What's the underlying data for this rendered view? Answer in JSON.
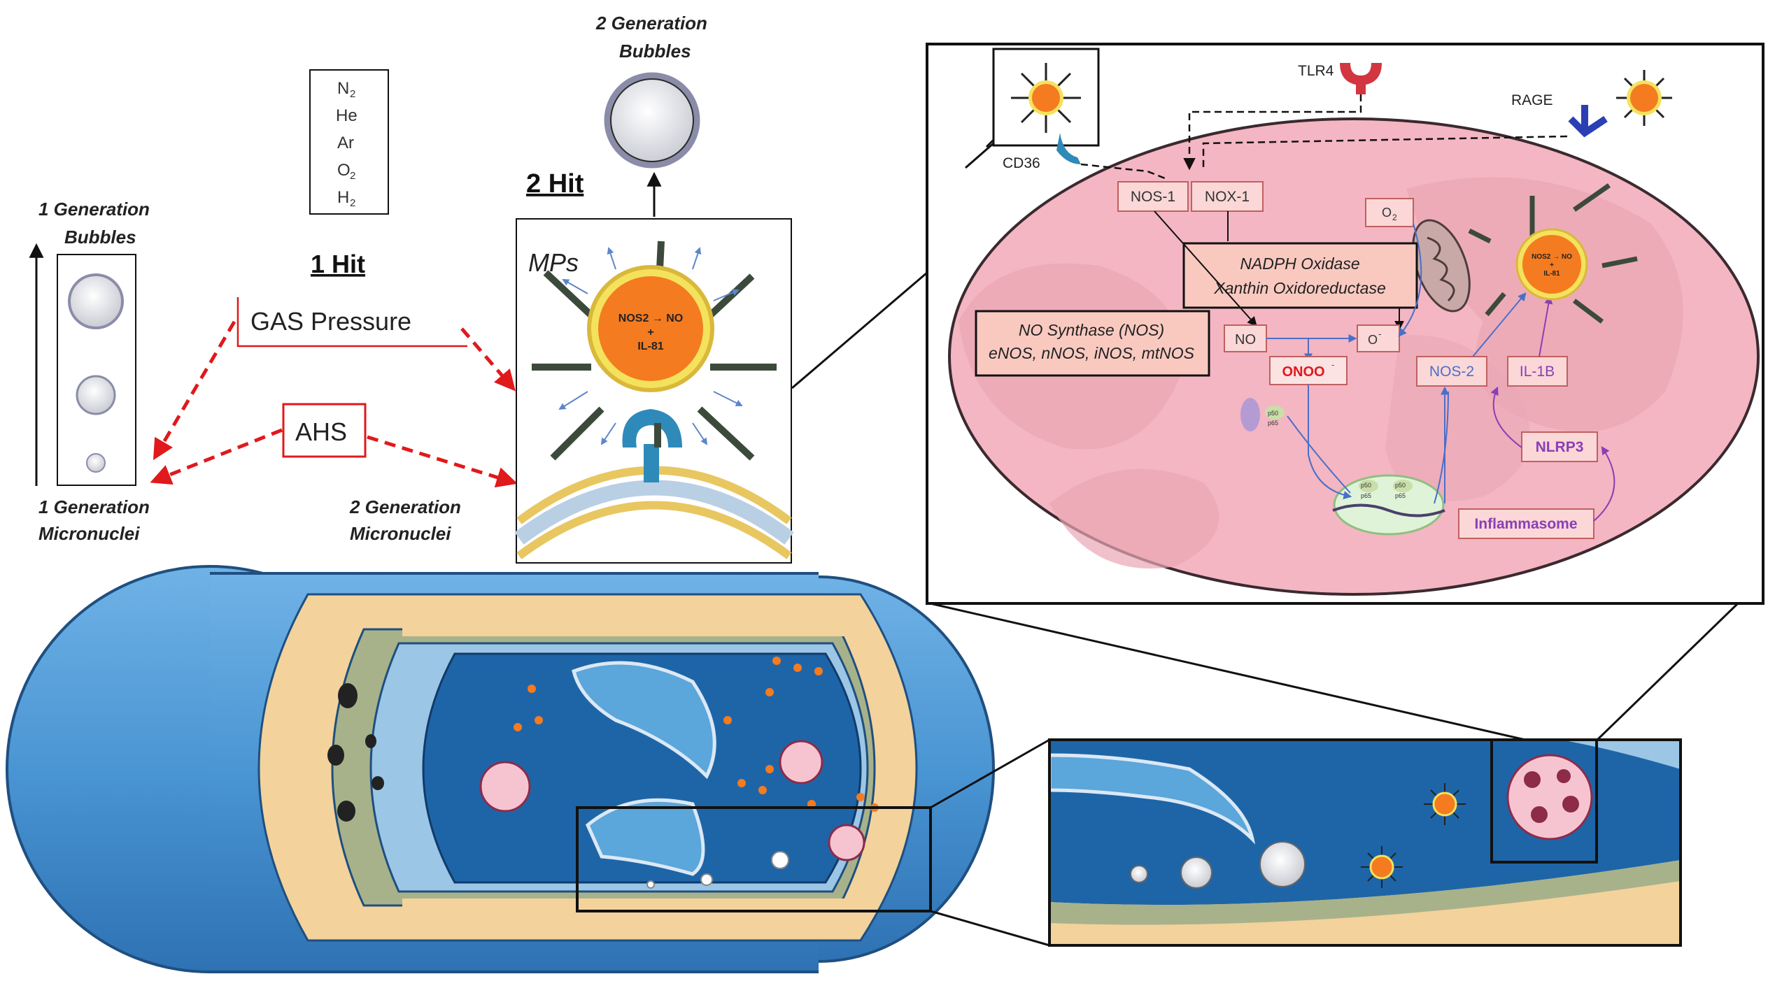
{
  "gas_box": {
    "lines": [
      "N",
      "He",
      "Ar",
      "O",
      "H"
    ],
    "subscripts": [
      "2",
      "",
      "",
      "2",
      "2"
    ]
  },
  "hit1": {
    "title": "1 Hit",
    "gas_pressure": "GAS Pressure",
    "ahs": "AHS"
  },
  "hit2": {
    "title": "2 Hit",
    "mps": "MPs",
    "mp_core": [
      "NOS2 → NO",
      "+",
      "IL-81"
    ]
  },
  "bubbles": {
    "gen1_line1": "1 Generation",
    "gen1_line2": "Bubbles",
    "gen2_line1": "2 Generation",
    "gen2_line2": "Bubbles"
  },
  "micronuclei": {
    "gen1_line1": "1 Generation",
    "gen1_line2": "Micronuclei",
    "gen2_line1": "2 Generation",
    "gen2_line2": "Micronuclei"
  },
  "cell": {
    "tlr4": "TLR4",
    "rage": "RAGE",
    "cd36": "CD36",
    "nos1": "NOS-1",
    "nox1": "NOX-1",
    "nadph_line1": "NADPH Oxidase",
    "nadph_line2": "Xanthin Oxidoreductase",
    "nos_line1": "NO Synthase (NOS)",
    "nos_line2": "eNOS, nNOS, iNOS, mtNOS",
    "no": "NO",
    "o2": "O",
    "o2_sub": "2",
    "o2_minus": "O",
    "o2_minus_sup": "-",
    "onoo": "ONOO",
    "onoo_sup": "-",
    "nos2": "NOS-2",
    "il1b": "IL-1B",
    "nlrp3": "NLRP3",
    "inflammasome": "Inflammasome",
    "p50": "p50",
    "p65": "p65",
    "mp_core": [
      "NOS2 → NO",
      "+",
      "IL-81"
    ]
  },
  "colors": {
    "red": "#e0191c",
    "orange": "#f47b20",
    "pink": "#f4b6c2",
    "purple": "#8a3fb5",
    "blue": "#4a6fc9",
    "vessel_blue": "#1e65a8",
    "tan": "#f3d29c"
  }
}
